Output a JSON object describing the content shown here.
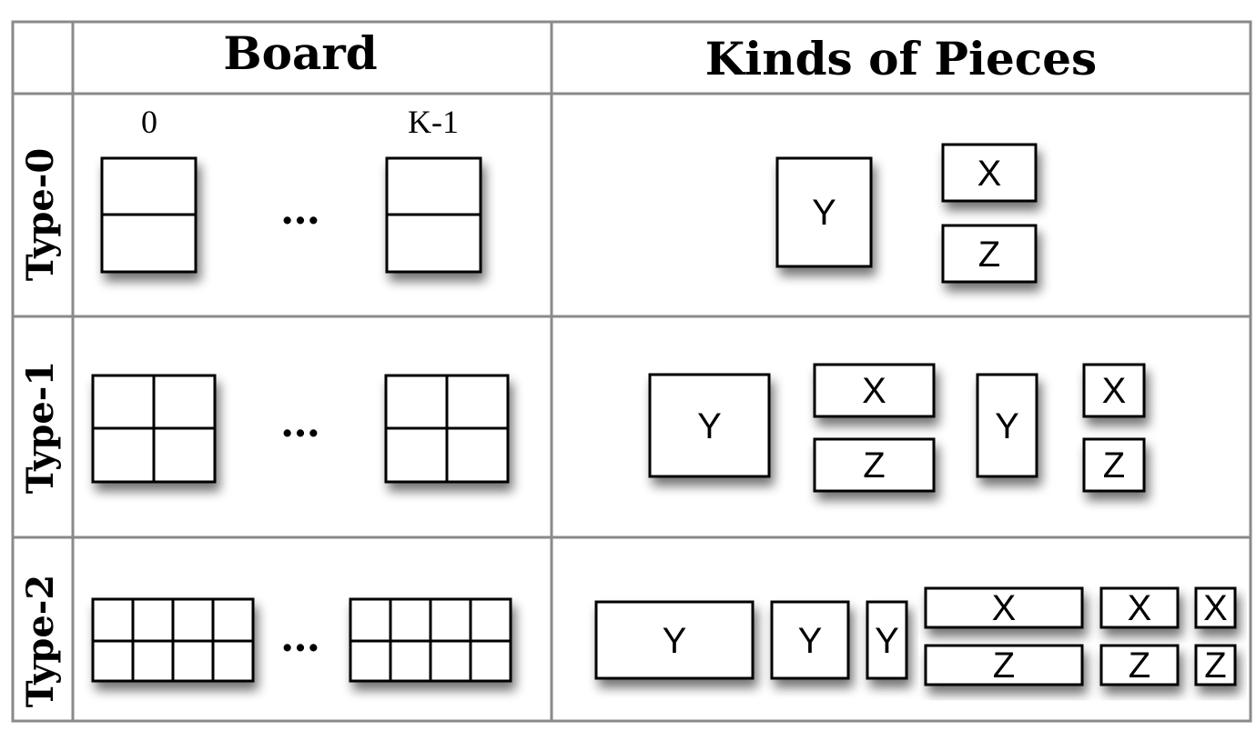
{
  "headers": {
    "board": "Board",
    "pieces": "Kinds of Pieces"
  },
  "board_indices": {
    "first": "0",
    "last": "K-1"
  },
  "ellipsis": "…",
  "rows": [
    {
      "label": "Type-0",
      "board_grid": {
        "cols": 1,
        "rows": 2
      },
      "pieces": [
        "Y",
        "X",
        "Z"
      ]
    },
    {
      "label": "Type-1",
      "board_grid": {
        "cols": 2,
        "rows": 2
      },
      "pieces": [
        "Y",
        "X",
        "Z",
        "Y",
        "X",
        "Z"
      ]
    },
    {
      "label": "Type-2",
      "board_grid": {
        "cols": 4,
        "rows": 2
      },
      "pieces": [
        "Y",
        "Y",
        "Y",
        "X",
        "Z",
        "X",
        "Z",
        "X",
        "Z"
      ]
    }
  ]
}
